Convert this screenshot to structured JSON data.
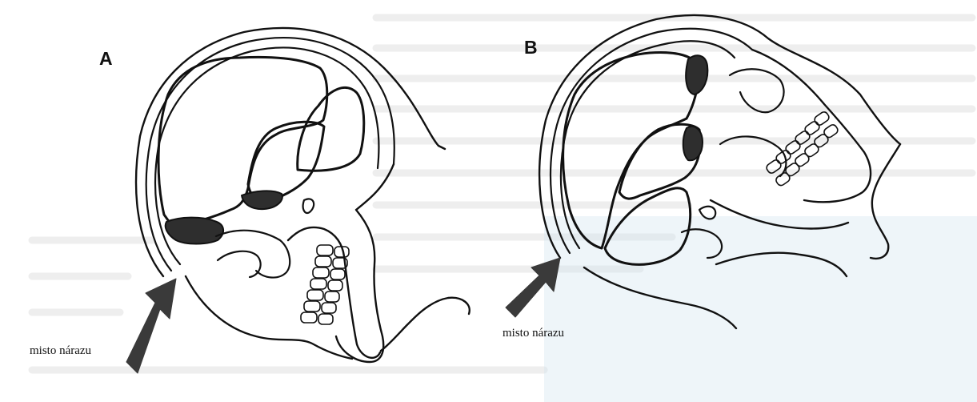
{
  "figure": {
    "panel_a": {
      "label": "A",
      "impact_caption": "misto nárazu"
    },
    "panel_b": {
      "label": "B",
      "impact_caption": "misto nárazu"
    }
  },
  "colors": {
    "ink": "#111111",
    "hematoma": "#2e2e2e",
    "arrow": "#3a3a3a",
    "page": "#ffffff",
    "text_bleed": "#9a9a9a",
    "scan_tint": "#cfe2ef"
  },
  "icons": {
    "impact_arrow": "arrow-up-right-icon"
  }
}
